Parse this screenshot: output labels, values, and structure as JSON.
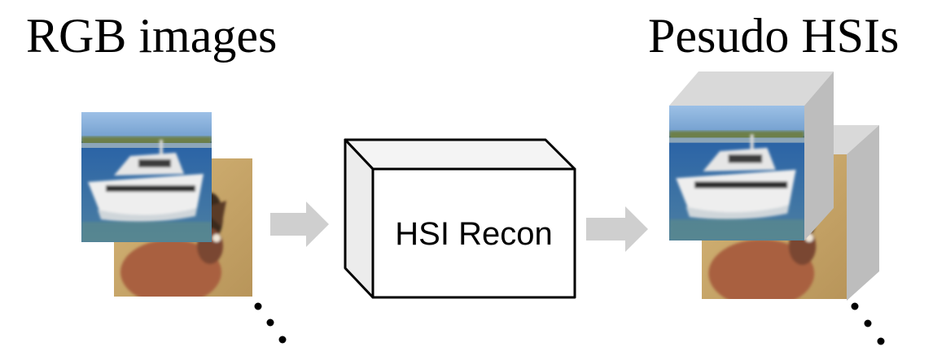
{
  "titles": {
    "input": "RGB images",
    "output": "Pesudo HSIs"
  },
  "module": {
    "label": "HSI Recon"
  },
  "colors": {
    "arrow": "#cfcfcf",
    "cube_side": "#bdbdbd",
    "cube_top": "#d9d9d9",
    "box_front": "#ffffff",
    "box_side": "#ececec",
    "box_top": "#f4f4f4",
    "sky": "#7fa9d6",
    "water": "#2b5f9e",
    "boat": "#f2f2f2",
    "grass": "#c7a66a",
    "animal": "#a9603f"
  },
  "icons": [
    "right-arrow-icon",
    "ellipsis-icon"
  ]
}
